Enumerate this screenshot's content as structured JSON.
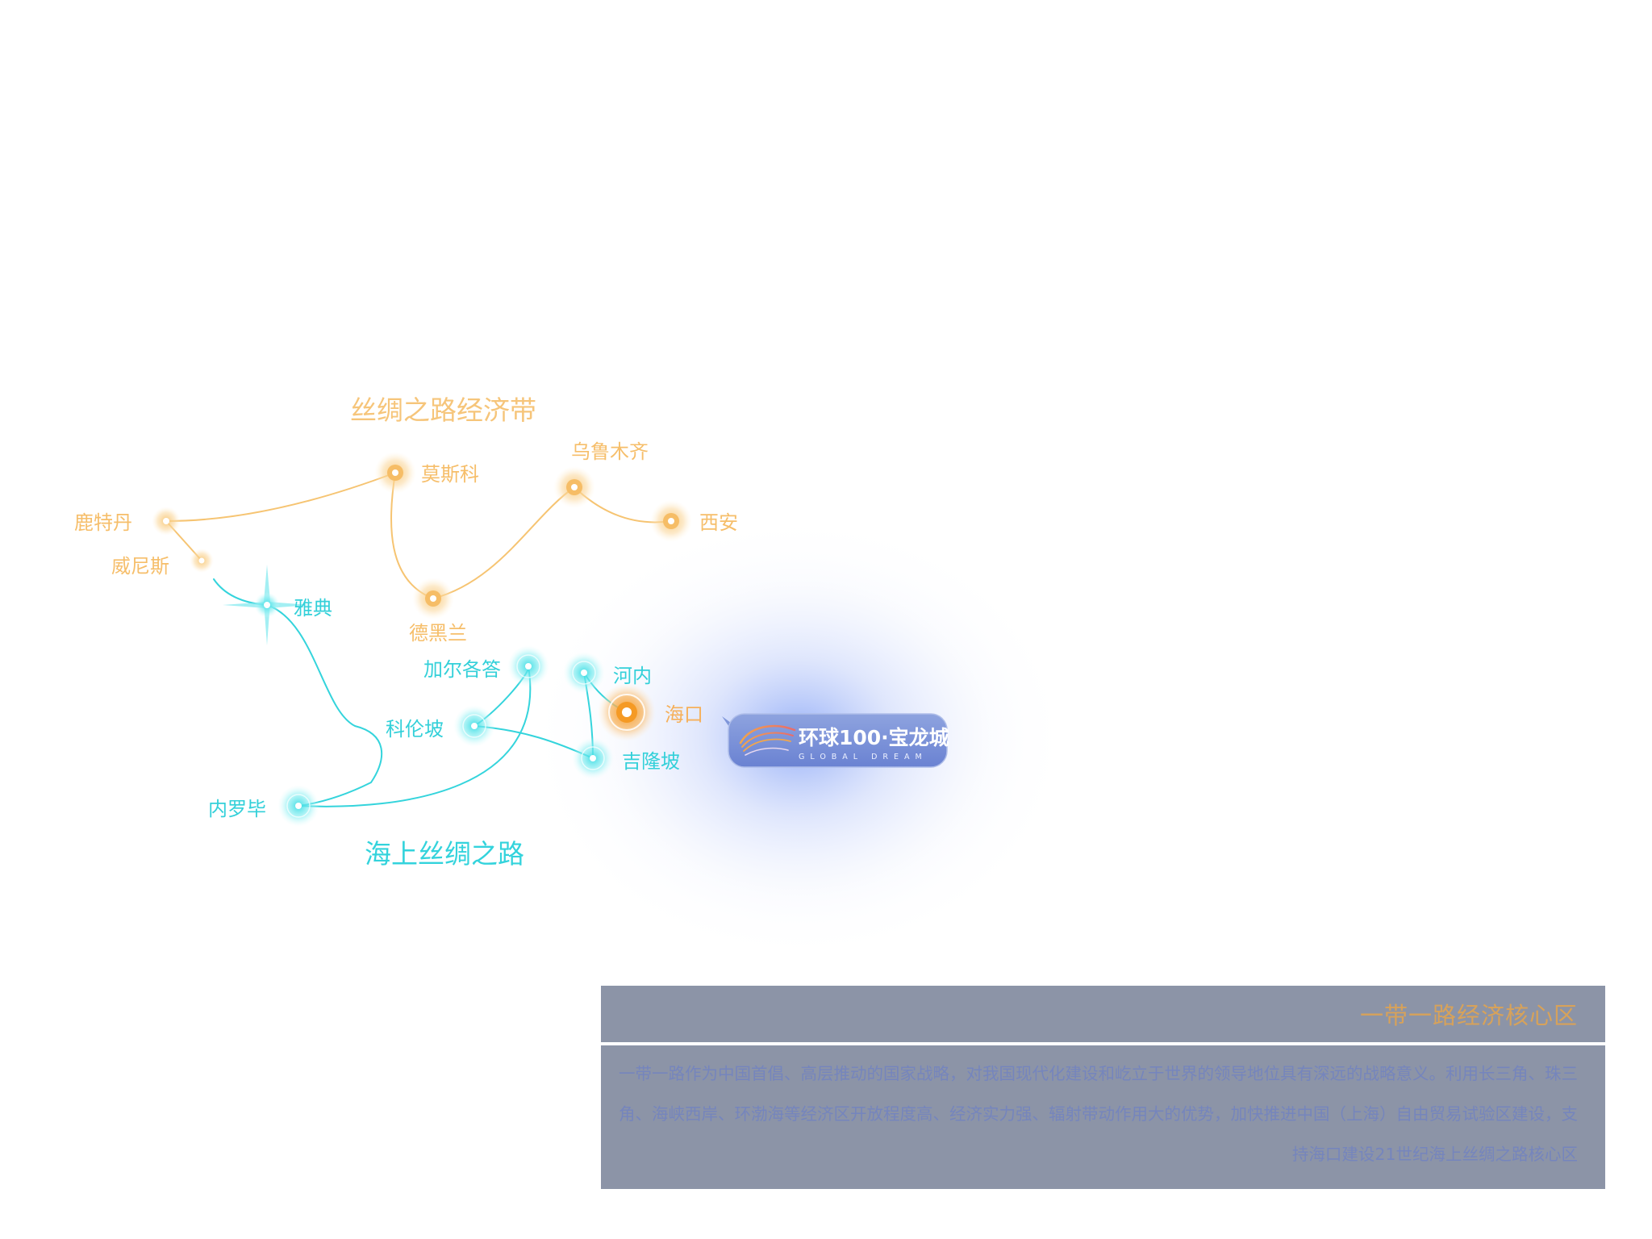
{
  "map": {
    "land_route_title": "丝绸之路经济带",
    "sea_route_title": "海上丝绸之路",
    "land_cities": [
      "鹿特丹",
      "威尼斯",
      "莫斯科",
      "德黑兰",
      "乌鲁木齐",
      "西安"
    ],
    "sea_cities": [
      "雅典",
      "内罗毕",
      "科伦坡",
      "加尔各答",
      "河内",
      "吉隆坡"
    ],
    "focus_city": "海口",
    "colors": {
      "land": "#f6bf63",
      "sea": "#33d6df",
      "focus": "#f6a233",
      "glow": "#6c8ef0"
    }
  },
  "badge": {
    "brand_cn": "环球100·宝龙城",
    "brand_en": "GLOBAL DREAM",
    "logo_icon": "wing-swirl-logo-icon"
  },
  "info_panel": {
    "title": "一带一路经济核心区",
    "body": "一带一路作为中国首倡、高层推动的国家战略，对我国现代化建设和屹立于世界的领导地位具有深远的战略意义。利用长三角、珠三角、海峡西岸、环渤海等经济区开放程度高、经济实力强、辐射带动作用大的优势，加快推进中国（上海）自由贸易试验区建设，支持海口建设21世纪海上丝绸之路核心区"
  }
}
